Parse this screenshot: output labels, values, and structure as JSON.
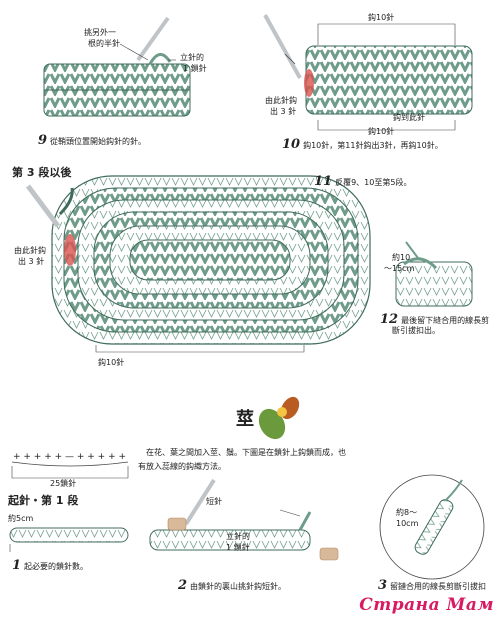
{
  "colors": {
    "green": "#6f9c8a",
    "green_dark": "#3f6b5b",
    "red": "#d9534f",
    "text": "#222222",
    "needle": "#bfc4c8"
  },
  "step9": {
    "num": "9",
    "caption": "從鞘頭位置開始鈎針的針。",
    "label_pick": "挑另外一",
    "label_pick2": "根的半針",
    "label_stand": "立針的",
    "label_stand2": "1 鎖針"
  },
  "step10": {
    "num": "10",
    "caption": "鈎10針，第11針鈎出3針，再鈎10針。",
    "label_top": "鈎10針",
    "label_out": "由此針鈎",
    "label_out2": "出 3 針",
    "label_to": "鈎到此針",
    "label_bottom": "鈎10針"
  },
  "step11": {
    "num": "11",
    "caption": "反覆9、10至第5段。",
    "row_label": "第 3 段以後",
    "label_out": "由此針鈎",
    "label_out2": "出 3 針",
    "label_bottom": "鈎10針"
  },
  "step12": {
    "num": "12",
    "label_len": "約10",
    "label_len2": "～15cm",
    "caption1": "最後留下縫合用的線長剪",
    "caption2": "斷引拔扣出。"
  },
  "stem": {
    "title": "莖",
    "text1": "在花、葉之間加入莖、鬚。下圖是在鎖針上鈎鎖而成，也",
    "text2": "有放入蕊線的鈎織方法。",
    "chain_label": "25鎖針",
    "start_label": "起針・第 1 段",
    "length_label": "約5cm"
  },
  "step1": {
    "num": "1",
    "caption": "起必要的鎖針數。"
  },
  "step2": {
    "num": "2",
    "caption": "由鎖針的裏山挑針鈎短針。",
    "label_sc": "短針",
    "label_stand": "立針的",
    "label_stand2": "1 鎖針"
  },
  "step3": {
    "num": "3",
    "caption": "留鏈合用的線長剪斷引拔扣",
    "label_len": "約8～",
    "label_len2": "10cm"
  },
  "watermark": "Страна Мам"
}
